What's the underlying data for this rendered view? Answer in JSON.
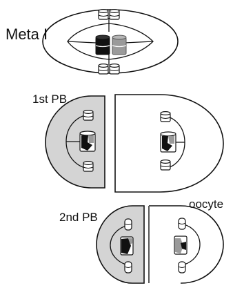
{
  "labels": {
    "meta_i": "Meta I",
    "first_pb": "1st PB",
    "second_pb": "2nd PB",
    "oocyte": "oocyte"
  },
  "colors": {
    "outline": "#111111",
    "polar_body_fill": "#d4d4d4",
    "maternal_chromatid": "#111111",
    "paternal_chromatid": "#9a9a9a",
    "background": "#ffffff"
  },
  "stages": [
    {
      "name": "Meta I",
      "components": [
        "spindle",
        "two homolog pairs at poles",
        "bivalent at equator"
      ]
    },
    {
      "name": "1st PB",
      "components": [
        "polar body (shaded)",
        "oocyte (white)",
        "recombinant dyads"
      ]
    },
    {
      "name": "2nd PB",
      "components": [
        "polar body (shaded)",
        "oocyte (white)",
        "single chromatids"
      ]
    }
  ]
}
